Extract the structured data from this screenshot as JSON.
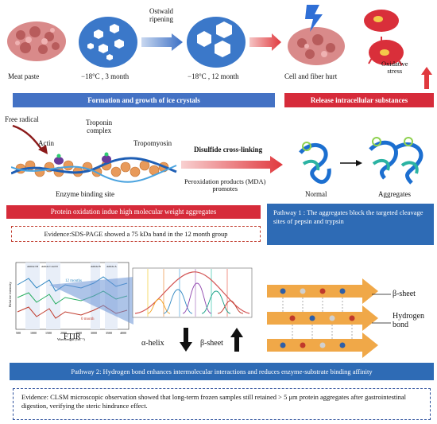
{
  "top": {
    "meat_paste": "Meat paste",
    "ostwald": "Ostwald\nripening",
    "t3": "−18°C , 3 month",
    "t12": "−18°C , 12 month",
    "cell_fiber": "Cell and fiber hurt",
    "oxidative": "Oxidative\nstress",
    "bar_ice": "Formation and growth of ice crystals",
    "bar_release": "Release intracellular substances"
  },
  "mid": {
    "free_radical": "Free radical",
    "troponin": "Troponin\ncomplex",
    "actin": "Actin",
    "tropomyosin": "Tropomyosin",
    "enzyme_site": "Enzyme binding site",
    "disulfide": "Disulfide cross-linking",
    "peroxidation": "Peroxidation products (MDA)\npromotes",
    "normal": "Normal",
    "aggregates": "Aggregates",
    "bar_oxidation": "Protein oxidation indue high molecular weight aggregates",
    "evidence1": "Evidence:SDS-PAGE showed a 75 kDa band in the 12 month group",
    "pathway1": "Pathway 1 : The aggregates block the targeted cleavage sites of pepsin and trypsin"
  },
  "bottom": {
    "ftir": "FTIR",
    "wavelength": "Wavelength (cm⁻¹)",
    "rel_intensity": "Relative intensity",
    "m12": "12 months",
    "m0": "0 month",
    "alpha": "α-helix",
    "beta": "β-sheet",
    "beta_sheet": "β-sheet",
    "hbond": "Hydrogen\nbond",
    "pathway2": "Pathway 2: Hydrogen bond enhances intermolecular interactions and reduces enzyme-substrate binding affinity",
    "evidence2": "Evidence: CLSM microscopic observation showed that long-term frozen samples still retained > 5 μm protein aggregates after gastrointestinal digestion, verifying the steric hindrance effect.",
    "ftir_ticks": [
      "500",
      "1000",
      "1500",
      "2000",
      "2500",
      "3000",
      "3500",
      "4000"
    ],
    "amide_labels": [
      "Amide III",
      "Amide I and II",
      "Amide B",
      "Amide A"
    ]
  }
}
